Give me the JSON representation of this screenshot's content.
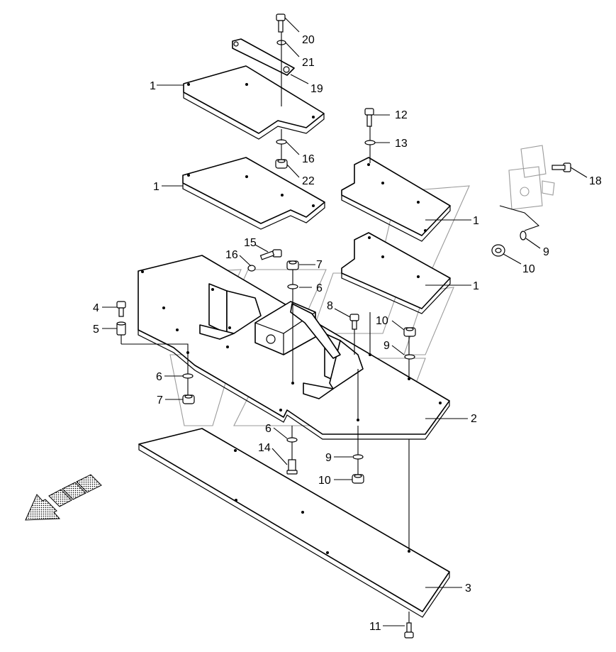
{
  "labels": {
    "l1a": "1",
    "l1b": "1",
    "l1c": "1",
    "l1d": "1",
    "l2": "2",
    "l3": "3",
    "l4": "4",
    "l5": "5",
    "l6a": "6",
    "l6b": "6",
    "l6c": "6",
    "l7a": "7",
    "l7b": "7",
    "l8": "8",
    "l9a": "9",
    "l9b": "9",
    "l9c": "9",
    "l10a": "10",
    "l10b": "10",
    "l10c": "10",
    "l11": "11",
    "l12": "12",
    "l13": "13",
    "l14": "14",
    "l15": "15",
    "l16a": "16",
    "l16b": "16",
    "l18": "18",
    "l19": "19",
    "l20": "20",
    "l21": "21",
    "l22": "22"
  }
}
